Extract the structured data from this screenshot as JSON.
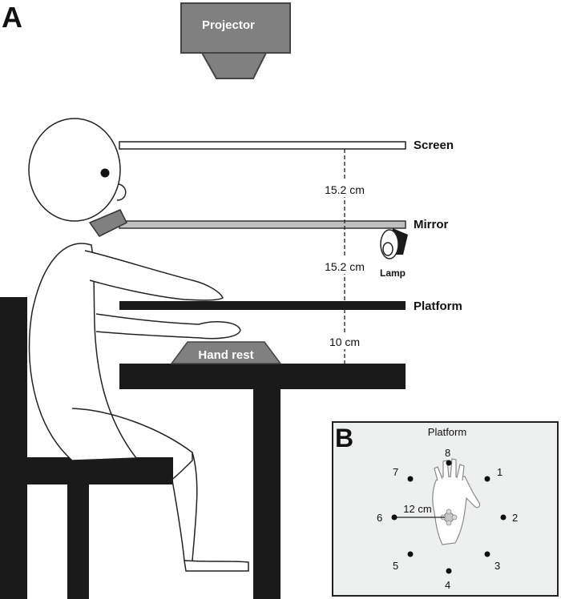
{
  "panel_a": {
    "letter": "A",
    "projector": "Projector",
    "screen": "Screen",
    "mirror": "Mirror",
    "lamp": "Lamp",
    "platform": "Platform",
    "hand_rest": "Hand rest",
    "dist_screen_mirror": "15.2 cm",
    "dist_mirror_platform": "15.2 cm",
    "dist_platform_table": "10 cm"
  },
  "panel_b": {
    "letter": "B",
    "title": "Platform",
    "radius_label": "12 cm",
    "targets": [
      "1",
      "2",
      "3",
      "4",
      "5",
      "6",
      "7",
      "8"
    ]
  },
  "colors": {
    "projector_fill": "#808080",
    "mirror_fill": "#c0c0c0",
    "black": "#1a1a1a",
    "panel_b_bg": "#eeefef"
  }
}
